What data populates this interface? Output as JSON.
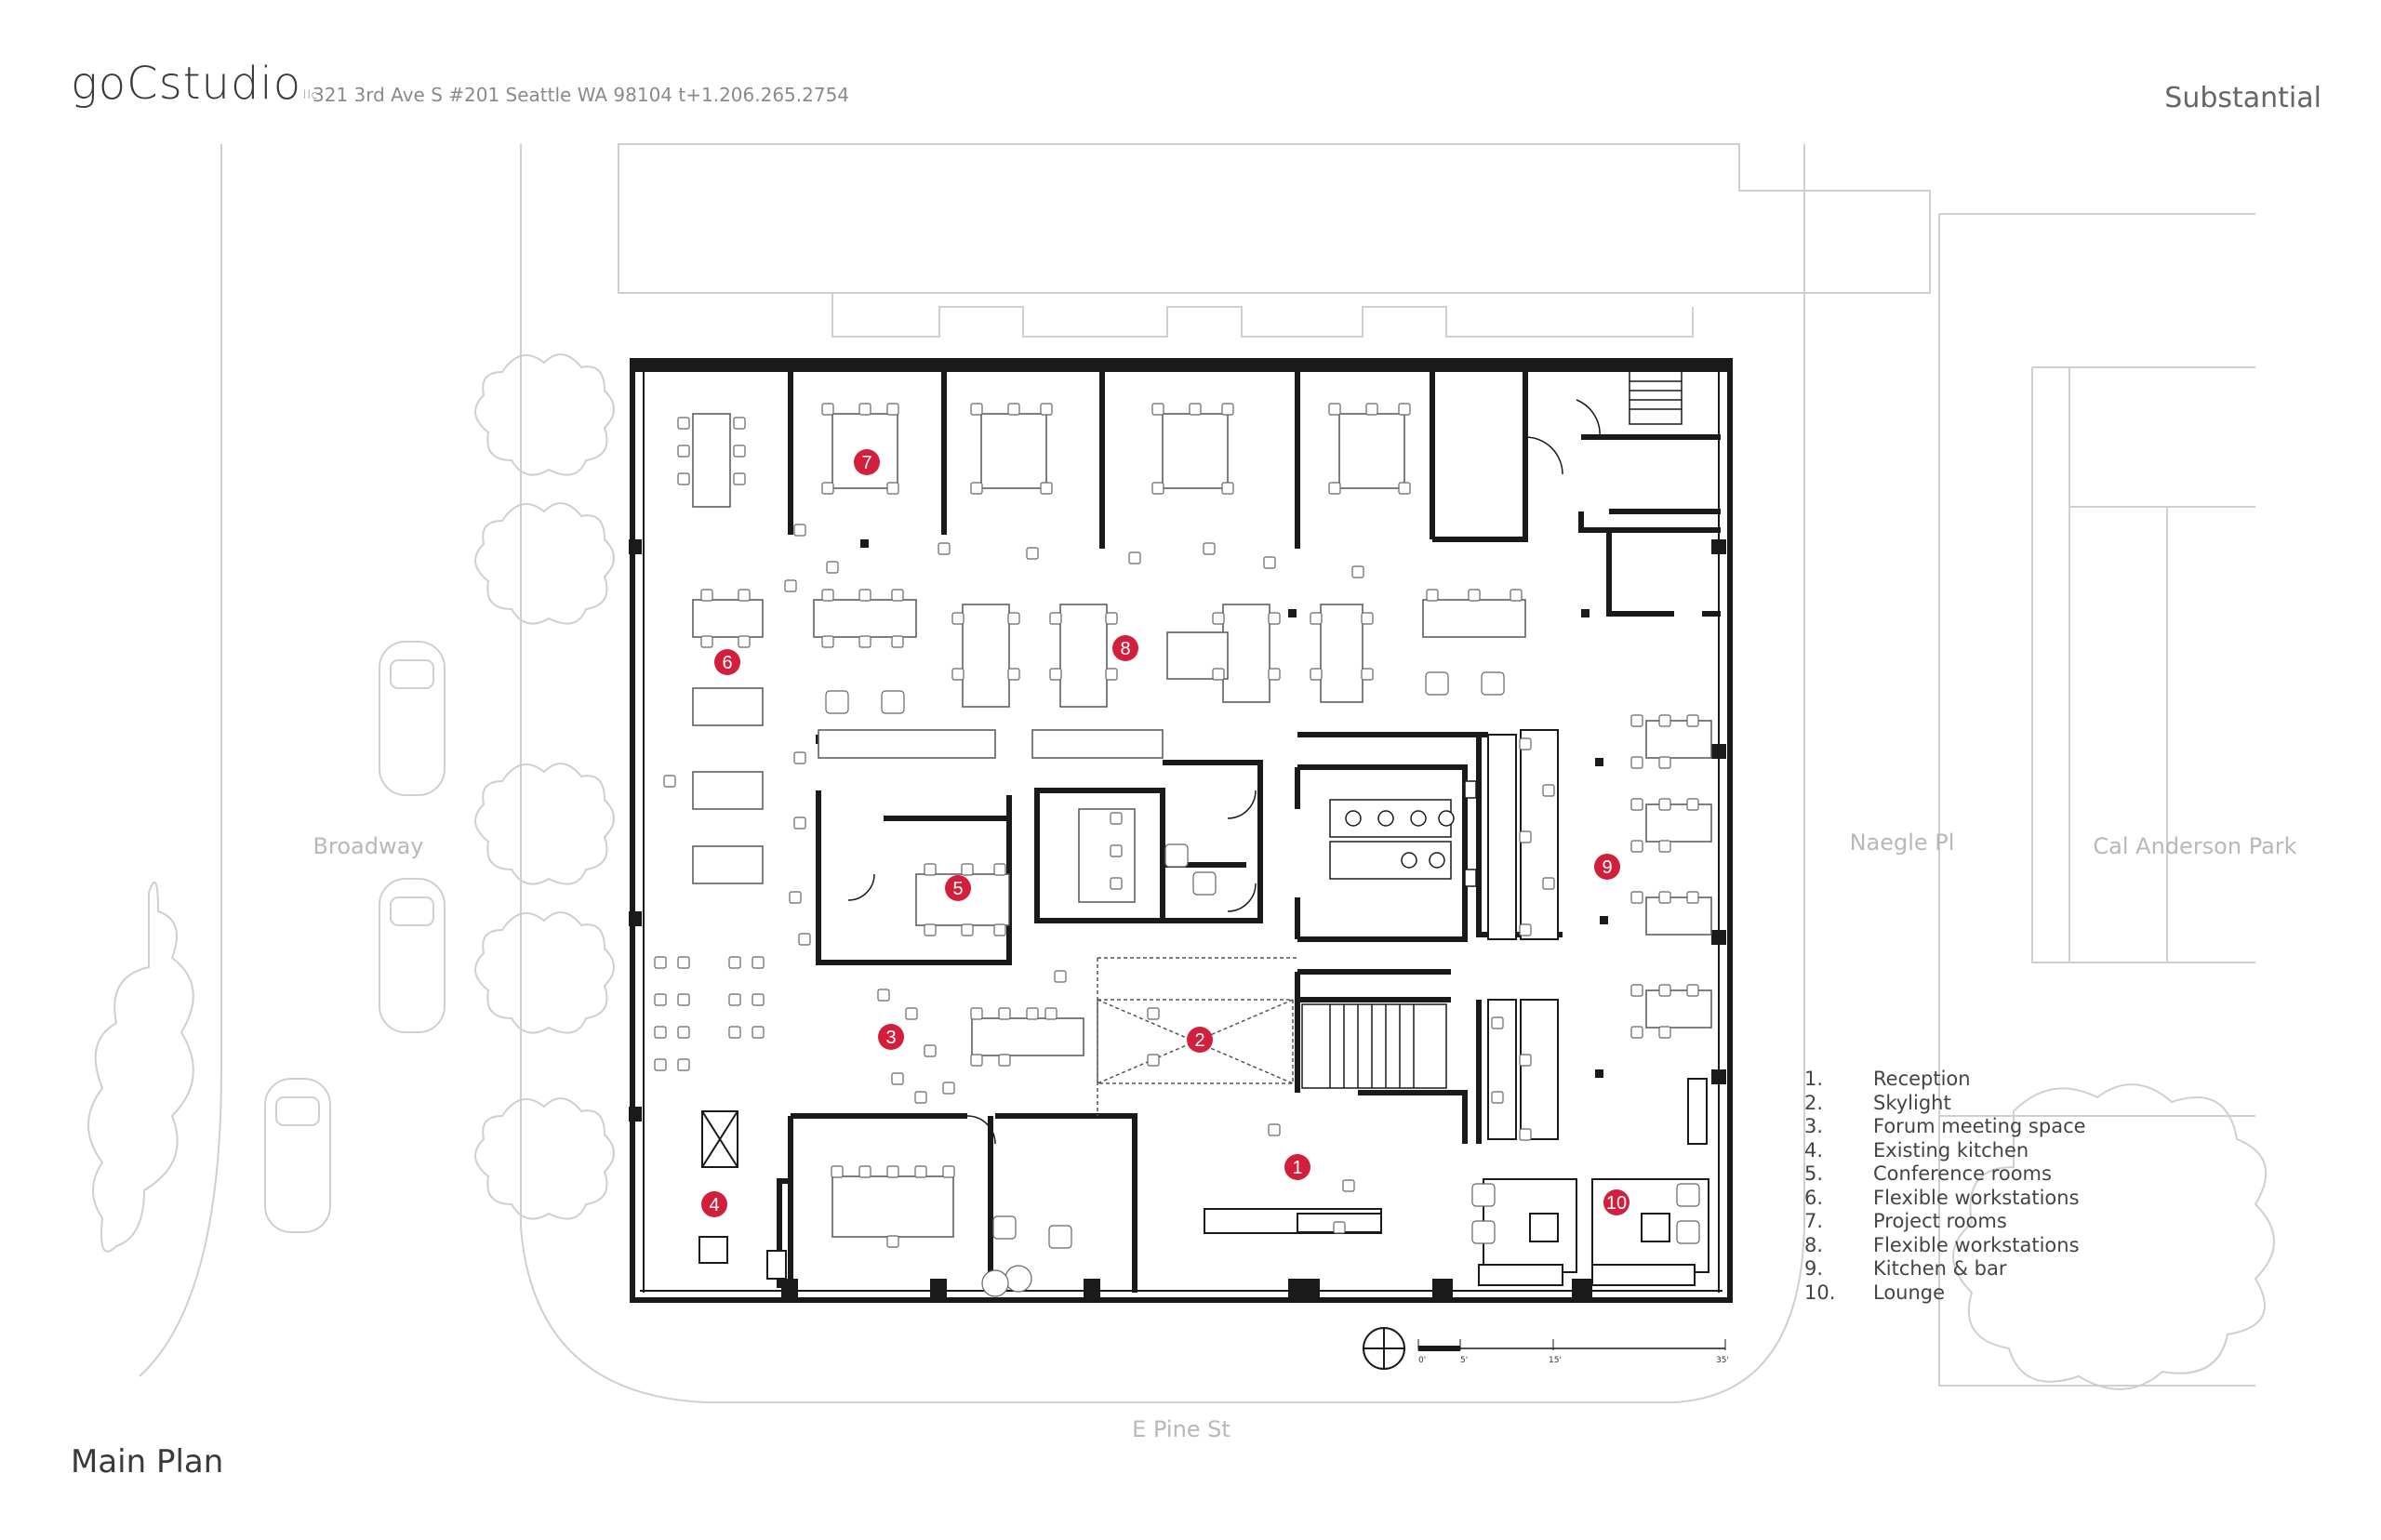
{
  "header": {
    "logo": "goCstudio",
    "logo_suffix": "llc",
    "address": "321 3rd Ave S #201 Seattle WA 98104 t+1.206.265.2754",
    "project": "Substantial"
  },
  "title": "Main Plan",
  "streets": {
    "west": "Broadway",
    "east": "Naegle Pl",
    "far_east": "Cal Anderson Park",
    "south": "E Pine St"
  },
  "scale_bar": {
    "labels": [
      "0'",
      "5'",
      "15'",
      "35'"
    ]
  },
  "legend": [
    {
      "num": "1.",
      "label": "Reception"
    },
    {
      "num": "2.",
      "label": "Skylight"
    },
    {
      "num": "3.",
      "label": "Forum meeting space"
    },
    {
      "num": "4.",
      "label": "Existing kitchen"
    },
    {
      "num": "5.",
      "label": "Conference rooms"
    },
    {
      "num": "6.",
      "label": "Flexible workstations"
    },
    {
      "num": "7.",
      "label": "Project rooms"
    },
    {
      "num": "8.",
      "label": "Flexible workstations"
    },
    {
      "num": "9.",
      "label": "Kitchen & bar"
    },
    {
      "num": "10.",
      "label": "Lounge"
    }
  ],
  "markers": [
    "1",
    "2",
    "3",
    "4",
    "5",
    "6",
    "7",
    "8",
    "9",
    "10"
  ],
  "colors": {
    "marker": "#d21f3c",
    "wall": "#1a1a1a",
    "context": "#cccccc",
    "furniture": "#555555"
  }
}
